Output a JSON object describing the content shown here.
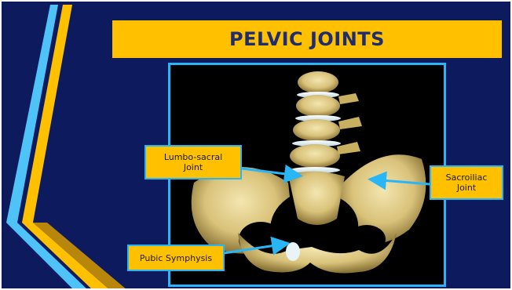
{
  "slide": {
    "title": "PELVIC JOINTS",
    "colors": {
      "background": "#0d1b5e",
      "title_bar": "#ffc000",
      "title_text": "#1f2d6e",
      "accent_blue": "#29b6f6",
      "accent_gold": "#ffc000",
      "callout_border": "#29b6f6"
    },
    "image": {
      "subject": "pelvis-and-lumbar-spine-illustration"
    },
    "labels": {
      "lumbo_sacral": "Lumbo-sacral Joint",
      "sacroiliac": "Sacroiliac Joint",
      "pubic_symphysis": "Pubic Symphysis"
    }
  }
}
